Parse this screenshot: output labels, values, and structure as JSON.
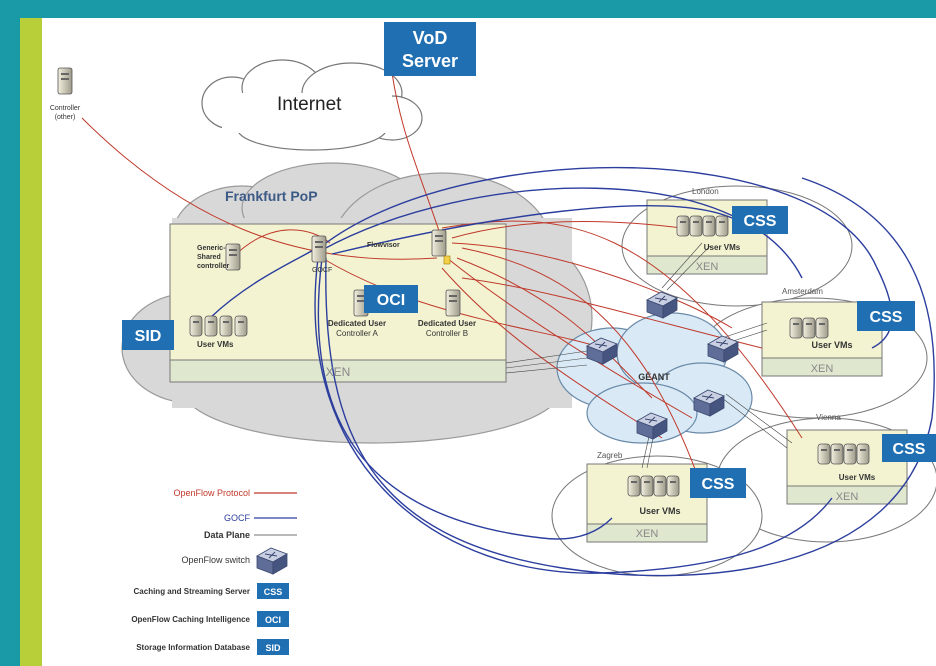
{
  "internet": "Internet",
  "vod_server": {
    "line1": "VoD",
    "line2": "Server"
  },
  "controller_other": {
    "line1": "Controller",
    "line2": "(other)"
  },
  "frankfurt": {
    "title": "Frankfurt PoP",
    "generic_controller": {
      "line1": "Generic-",
      "line2": "Shared",
      "line3": "controller"
    },
    "gocf": "GOCF",
    "flowvisor": "Flowvisor",
    "controller_a": {
      "line1": "Dedicated User",
      "line2": "Controller A"
    },
    "controller_b": {
      "line1": "Dedicated User",
      "line2": "Controller B"
    },
    "user_vms": "User VMs",
    "xen": "XEN",
    "sid_badge": "SID",
    "oci_badge": "OCI"
  },
  "geant": "GÉANT",
  "sites": {
    "london": {
      "name": "London",
      "user_vms": "User VMs",
      "xen": "XEN",
      "badge": "CSS"
    },
    "amsterdam": {
      "name": "Amsterdam",
      "user_vms": "User VMs",
      "xen": "XEN",
      "badge": "CSS"
    },
    "vienna": {
      "name": "Vienna",
      "user_vms": "User VMs",
      "xen": "XEN",
      "badge": "CSS"
    },
    "zagreb": {
      "name": "Zagreb",
      "user_vms": "User VMs",
      "xen": "XEN",
      "badge": "CSS"
    }
  },
  "legend": {
    "openflow_protocol": "OpenFlow Protocol",
    "gocf": "GOCF",
    "data_plane": "Data Plane",
    "openflow_switch": "OpenFlow switch",
    "css_desc": "Caching and Streaming Server",
    "css_badge": "CSS",
    "oci_desc": "OpenFlow Caching Intelligence",
    "oci_badge": "OCI",
    "sid_desc": "Storage Information Database",
    "sid_badge": "SID"
  },
  "colors": {
    "frame": "#1a9aa6",
    "accent": "#b9cf3a",
    "badge": "#1f6fb2",
    "openflow_line": "#c0392b",
    "gocf_line": "#2c3e9e",
    "xen_box": "#f3f3d2"
  }
}
